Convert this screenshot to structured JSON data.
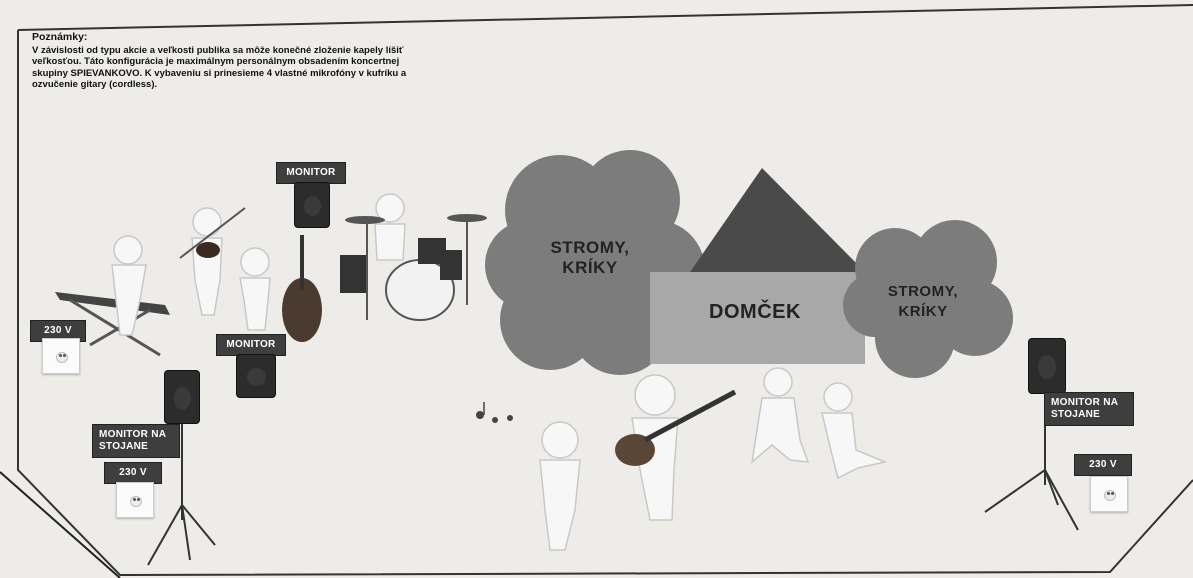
{
  "notes": {
    "title": "Poznámky:",
    "lines": [
      "V závislosti od typu akcie a veľkosti publika sa môže konečné zloženie kapely líšiť",
      "veľkosťou. Táto konfigurácia je maximálnym personálnym obsadením koncertnej",
      "skupiny SPIEVANKOVO. K vybaveniu si prinesieme 4 vlastné mikrofóny v kufríku a",
      "ozvučenie gitary (cordless)."
    ]
  },
  "labels": {
    "monitor_top": "MONITOR",
    "monitor_mid": "MONITOR",
    "monitor_stand_left": [
      "MONITOR NA",
      "STOJANE"
    ],
    "monitor_stand_right": [
      "MONITOR NA",
      "STOJANE"
    ],
    "power_left_top": "230 V",
    "power_left_bottom": "230 V",
    "power_right": "230 V"
  },
  "scenery": {
    "cloud_left": [
      "STROMY,",
      "KRÍKY"
    ],
    "cloud_right": [
      "STROMY,",
      "KRÍKY"
    ],
    "house": "DOMČEK"
  },
  "colors": {
    "label_bg": "#3e3e3e",
    "cloud_fill": "#7c7c7c",
    "roof_fill": "#4a4a4a",
    "house_fill": "#a8a8a8",
    "figure_fill": "#f7f7f7"
  }
}
